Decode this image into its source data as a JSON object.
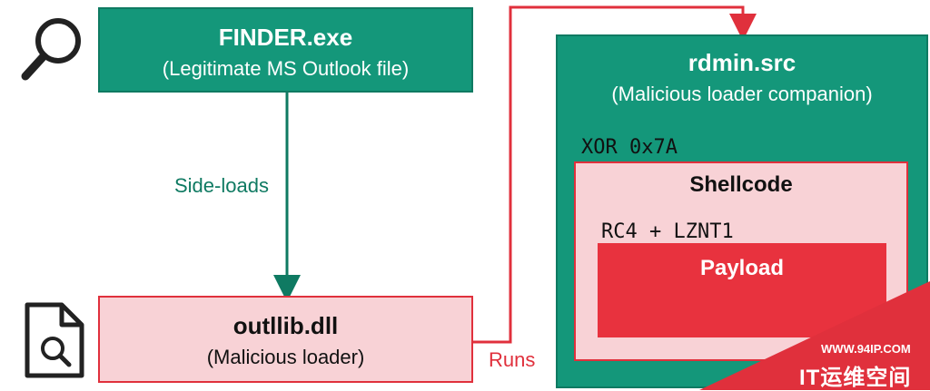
{
  "finder": {
    "name": "FINDER.exe",
    "desc": "(Legitimate MS Outlook file)"
  },
  "outllib": {
    "name": "outllib.dll",
    "desc": "(Malicious loader)"
  },
  "rdmin": {
    "name": "rdmin.src",
    "desc": "(Malicious loader companion)",
    "encoding": "XOR 0x7A"
  },
  "shellcode": {
    "name": "Shellcode",
    "encoding": "RC4 + LZNT1"
  },
  "payload": {
    "name": "Payload"
  },
  "edges": {
    "sideloads": "Side-loads",
    "runs": "Runs"
  },
  "watermark": {
    "url": "WWW.94IP.COM",
    "brand": "IT运维空间"
  },
  "colors": {
    "green": "#14977a",
    "red": "#e0303c",
    "pink": "#f8d2d6",
    "payload": "#e8323e"
  },
  "icons": [
    "magnifier-icon",
    "document-search-icon"
  ]
}
